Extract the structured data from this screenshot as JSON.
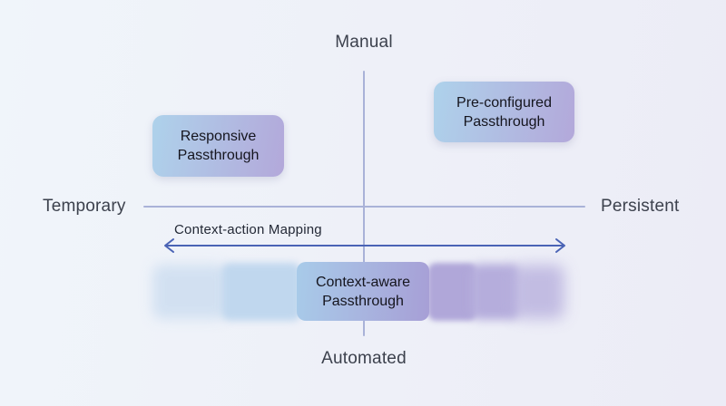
{
  "diagram": {
    "axis_labels": {
      "top": "Manual",
      "bottom": "Automated",
      "left": "Temporary",
      "right": "Persistent"
    },
    "dimension_arrow": {
      "label": "Context-action Mapping",
      "direction": "bidirectional"
    },
    "nodes": [
      {
        "id": "responsive-passthrough",
        "quadrant": "top-left",
        "line1": "Responsive",
        "line2": "Passthrough"
      },
      {
        "id": "preconfigured-passthrough",
        "quadrant": "top-right",
        "line1": "Pre-configured",
        "line2": "Passthrough"
      },
      {
        "id": "context-aware-passthrough",
        "quadrant": "bottom-span",
        "line1": "Context-aware",
        "line2": "Passthrough"
      }
    ],
    "colors": {
      "axis_line": "#a9b2d8",
      "arrow_line": "#4a63b5",
      "axis_label_text": "#3c414d",
      "node_text": "#15151e",
      "node_gradient_blue": "#aed2eb",
      "node_gradient_purple": "#b3a8da",
      "band_blue": "#c0d7ee",
      "band_purple": "#b0a7d9",
      "background_left": "#f0f5fa",
      "background_right": "#ececf6"
    }
  }
}
